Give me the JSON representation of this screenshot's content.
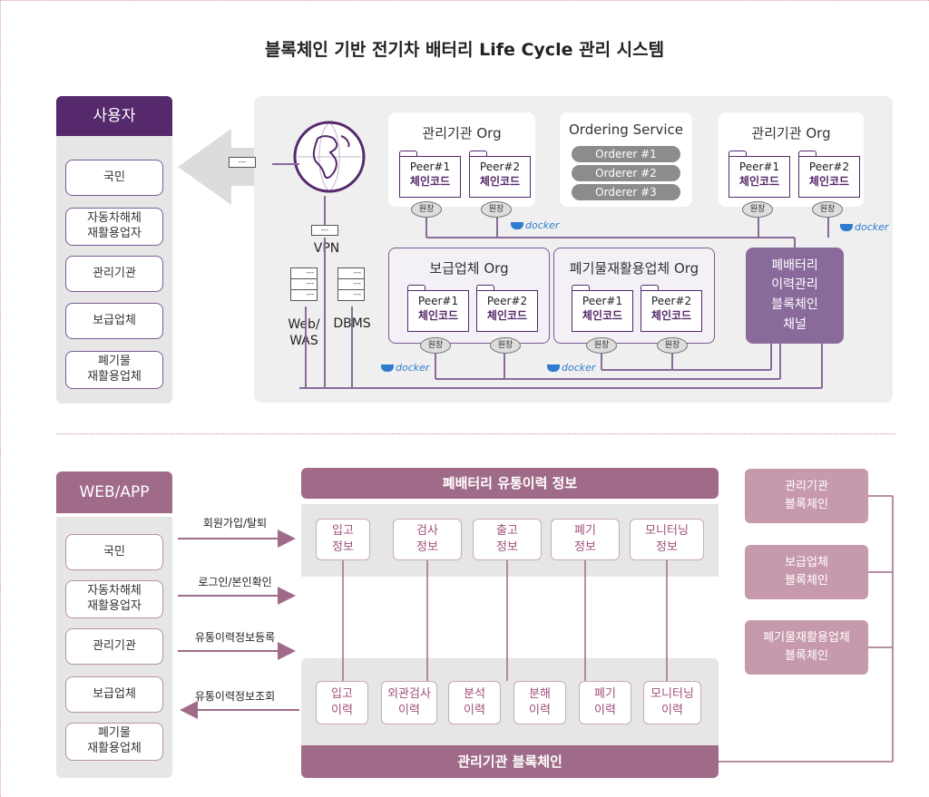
{
  "title": "블록체인 기반 전기차 배터리 Life Cycle 관리 시스템",
  "top": {
    "users_panel": {
      "header": "사용자",
      "items": [
        "국민",
        "자동차해체\n재활용업자",
        "관리기관",
        "보급업체",
        "폐기물\n재활용업체"
      ]
    },
    "vpn_label": "VPN",
    "web_was_label": "Web/\nWAS",
    "dbms_label": "DBMS",
    "orgs": {
      "org_left": {
        "title": "관리기관 Org",
        "peers": [
          {
            "name": "Peer#1",
            "code": "체인코드"
          },
          {
            "name": "Peer#2",
            "code": "체인코드"
          }
        ]
      },
      "ordering": {
        "title": "Ordering Service",
        "orderers": [
          "Orderer #1",
          "Orderer #2",
          "Orderer #3"
        ]
      },
      "org_right": {
        "title": "관리기관 Org",
        "peers": [
          {
            "name": "Peer#1",
            "code": "체인코드"
          },
          {
            "name": "Peer#2",
            "code": "체인코드"
          }
        ]
      },
      "supplier": {
        "title": "보급업체 Org",
        "peers": [
          {
            "name": "Peer#1",
            "code": "체인코드"
          },
          {
            "name": "Peer#2",
            "code": "체인코드"
          }
        ]
      },
      "recycler": {
        "title": "폐기물재활용업체 Org",
        "peers": [
          {
            "name": "Peer#1",
            "code": "체인코드"
          },
          {
            "name": "Peer#2",
            "code": "체인코드"
          }
        ]
      }
    },
    "ledger_label": "원장",
    "docker_label": "docker",
    "channel": "폐배터리\n이력관리\n블록체인\n채널"
  },
  "bottom": {
    "webapp_panel": {
      "header": "WEB/APP",
      "items": [
        "국민",
        "자동차해체\n재활용업자",
        "관리기관",
        "보급업체",
        "폐기물\n재활용업체"
      ]
    },
    "arrows": [
      "회원가입/탈퇴",
      "로그인/본인확인",
      "유통이력정보등록",
      "유통이력정보조회"
    ],
    "info_bar": "폐배터리 유통이력 정보",
    "info_items": [
      "입고\n정보",
      "검사\n정보",
      "출고\n정보",
      "폐기\n정보",
      "모니터닝\n정보"
    ],
    "history_items": [
      "입고\n이력",
      "외관검사\n이력",
      "분석\n이력",
      "분해\n이력",
      "폐기\n이력",
      "모니터닝\n이력"
    ],
    "chain_bar": "관리기관 블록체인",
    "chains": [
      "관리기관\n블록체인",
      "보급업체\n블록체인",
      "폐기물재활용업체\n블록체인"
    ]
  },
  "colors": {
    "purple": "#55296b",
    "mauve": "#a06b88",
    "line": "#8a6a9b"
  }
}
